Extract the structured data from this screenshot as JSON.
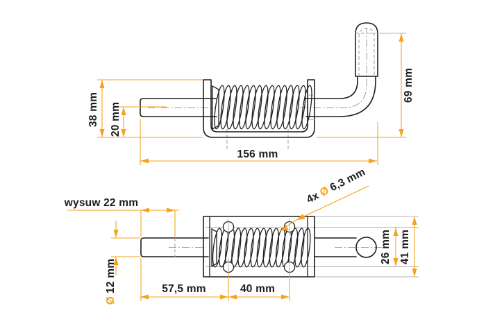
{
  "colors": {
    "dimension_accent": "#F5A21F",
    "outline": "#1d1d1d",
    "projection_gray": "#b3b3b3",
    "centerline_gray": "#9c9c9c",
    "background": "#ffffff"
  },
  "side_view": {
    "dims": {
      "bracket_height": "38 mm",
      "pin_axis_offset": "20 mm",
      "handle_height": "69 mm",
      "total_length": "156 mm"
    }
  },
  "plan_view": {
    "dims": {
      "travel_label": "wysuw 22 mm",
      "pin_diameter": {
        "symbol": "Ø",
        "value": "12 mm"
      },
      "pin_to_first_hole": "57,5 mm",
      "hole_spacing": "40 mm",
      "holes": {
        "qty": "4x",
        "symbol": "Ø",
        "value": "6,3 mm"
      },
      "inner_width": "26 mm",
      "bracket_width": "41 mm"
    }
  }
}
